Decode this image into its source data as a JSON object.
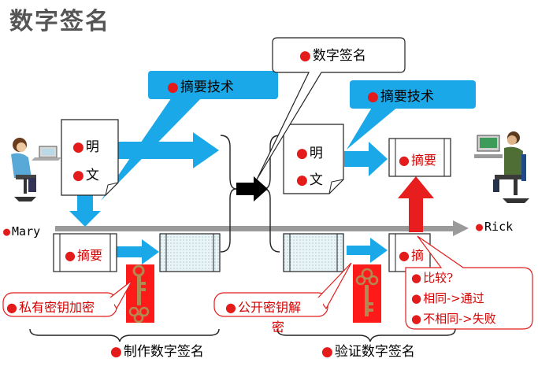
{
  "title": "数字签名",
  "labels": {
    "digest_tech_left": "摘要技术",
    "digest_tech_right": "摘要技术",
    "digital_signature": "数字签名",
    "plaintext_left_1": "明",
    "plaintext_left_2": "文",
    "plaintext_right_1": "明",
    "plaintext_right_2": "文",
    "digest_left": "摘要",
    "digest_right_top": "摘要",
    "digest_right_bottom": "摘",
    "mary": "Mary",
    "rick": "Rick",
    "private_key_encrypt": "私有密钥加密",
    "public_key_decrypt_1": "公开密钥解",
    "public_key_decrypt_2": "密",
    "compare_1": "比较?",
    "compare_2": "相同->通过",
    "compare_3": "不相同->失败",
    "make_signature": "制作数字签名",
    "verify_signature": "验证数字签名"
  },
  "colors": {
    "cyan_arrow": "#1aa8e8",
    "red_arrow": "#e81e1e",
    "gray_line": "#9a9a9a",
    "key_box": "#ff1a1a",
    "text_red": "#d40000"
  }
}
